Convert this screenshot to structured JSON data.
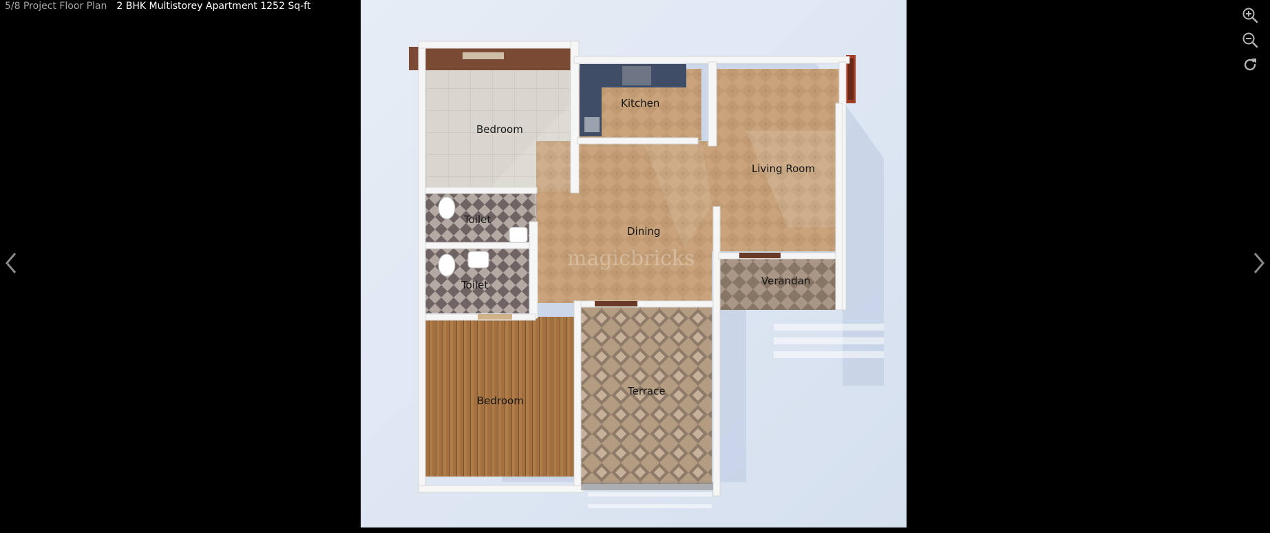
{
  "header": {
    "counter": "5/8",
    "section": "Project Floor Plan",
    "title": "2 BHK Multistorey Apartment 1252 Sq-ft"
  },
  "plan": {
    "watermark": "magicbricks",
    "rooms": {
      "bedroom_top": "Bedroom",
      "kitchen": "Kitchen",
      "living_room": "Living Room",
      "toilet_1": "Toilet",
      "dining": "Dining",
      "toilet_2": "Toilet",
      "verandah": "Verandan",
      "bedroom_bottom": "Bedroom",
      "terrace": "Terrace"
    }
  },
  "icons": {
    "zoom_in": "zoom-in-icon",
    "zoom_out": "zoom-out-icon",
    "rotate": "rotate-icon",
    "prev": "chevron-left-icon",
    "next": "chevron-right-icon"
  },
  "colors": {
    "background": "#000000",
    "counter": "#a8a8a8",
    "title": "#ffffff",
    "tools": "#b5b5b5"
  }
}
